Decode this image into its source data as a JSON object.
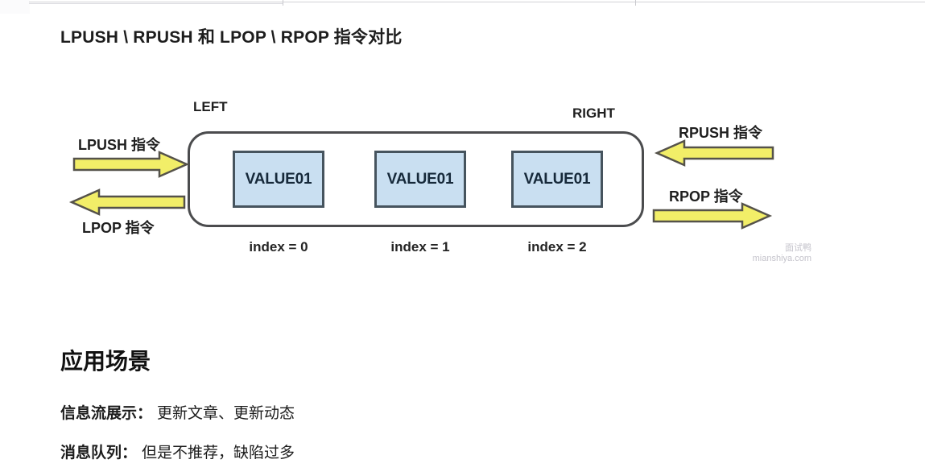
{
  "title": "LPUSH \\ RPUSH 和 LPOP \\ RPOP 指令对比",
  "colors": {
    "arrow_fill": "#f2ee68",
    "arrow_stroke": "#55524a",
    "value_box_fill": "#c9dff1",
    "value_box_border": "#46545e",
    "value_text": "#16293a",
    "container_border": "#4b4c4e",
    "text_dark": "#1f1f1f",
    "watermark_gray": "#c4c3cb"
  },
  "diagram": {
    "left_label": "LEFT",
    "right_label": "RIGHT",
    "commands": {
      "lpush": "LPUSH 指令",
      "lpop": "LPOP 指令",
      "rpush": "RPUSH 指令",
      "rpop": "RPOP 指令"
    },
    "list_items": [
      {
        "value": "VALUE01",
        "index_label": "index = 0"
      },
      {
        "value": "VALUE01",
        "index_label": "index = 1"
      },
      {
        "value": "VALUE01",
        "index_label": "index = 2"
      }
    ]
  },
  "watermark": {
    "line1": "面试鸭",
    "line2": "mianshiya.com"
  },
  "sections": {
    "heading": "应用场景",
    "items": [
      {
        "term": "信息流展示：",
        "desc": "更新文章、更新动态"
      },
      {
        "term": "消息队列：",
        "desc": "但是不推荐，缺陷过多"
      }
    ]
  }
}
